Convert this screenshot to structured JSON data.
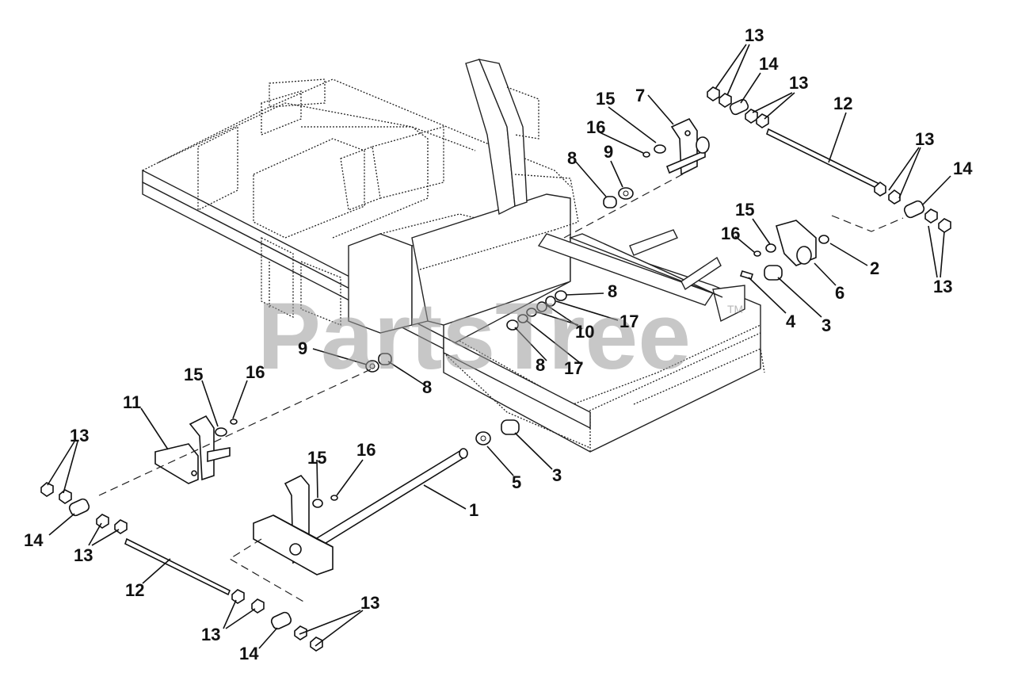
{
  "watermark": {
    "text": "PartsTree",
    "trademark": "TM"
  },
  "callouts": [
    {
      "id": "c1",
      "label": "13"
    },
    {
      "id": "c2",
      "label": "14"
    },
    {
      "id": "c3",
      "label": "13"
    },
    {
      "id": "c4",
      "label": "12"
    },
    {
      "id": "c5",
      "label": "15"
    },
    {
      "id": "c6",
      "label": "7"
    },
    {
      "id": "c7",
      "label": "16"
    },
    {
      "id": "c8",
      "label": "9"
    },
    {
      "id": "c9",
      "label": "8"
    },
    {
      "id": "c10",
      "label": "13"
    },
    {
      "id": "c11",
      "label": "14"
    },
    {
      "id": "c12",
      "label": "15"
    },
    {
      "id": "c13",
      "label": "16"
    },
    {
      "id": "c14",
      "label": "2"
    },
    {
      "id": "c15",
      "label": "6"
    },
    {
      "id": "c16",
      "label": "13"
    },
    {
      "id": "c17",
      "label": "4"
    },
    {
      "id": "c18",
      "label": "3"
    },
    {
      "id": "c19",
      "label": "8"
    },
    {
      "id": "c20",
      "label": "17"
    },
    {
      "id": "c21",
      "label": "10"
    },
    {
      "id": "c22",
      "label": "8"
    },
    {
      "id": "c23",
      "label": "17"
    },
    {
      "id": "c24",
      "label": "9"
    },
    {
      "id": "c25",
      "label": "8"
    },
    {
      "id": "c26",
      "label": "15"
    },
    {
      "id": "c27",
      "label": "16"
    },
    {
      "id": "c28",
      "label": "11"
    },
    {
      "id": "c29",
      "label": "13"
    },
    {
      "id": "c30",
      "label": "14"
    },
    {
      "id": "c31",
      "label": "13"
    },
    {
      "id": "c32",
      "label": "12"
    },
    {
      "id": "c33",
      "label": "15"
    },
    {
      "id": "c34",
      "label": "16"
    },
    {
      "id": "c35",
      "label": "1"
    },
    {
      "id": "c36",
      "label": "5"
    },
    {
      "id": "c37",
      "label": "3"
    },
    {
      "id": "c38",
      "label": "13"
    },
    {
      "id": "c39",
      "label": "14"
    },
    {
      "id": "c40",
      "label": "13"
    }
  ]
}
